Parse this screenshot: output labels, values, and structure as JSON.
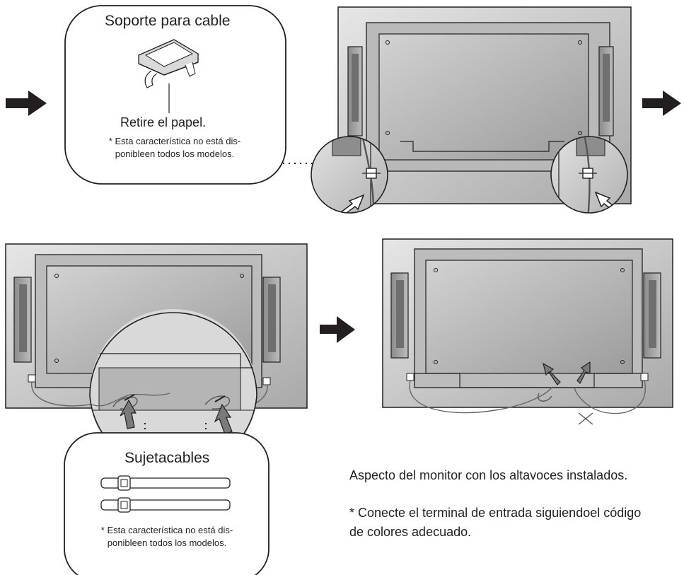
{
  "cable_holder": {
    "title": "Soporte para cable",
    "instruction": "Retire el papel.",
    "note_line1": "* Esta característica no está dis-",
    "note_line2": "ponibleen todos los modelos."
  },
  "cable_tie": {
    "title": "Sujetacables",
    "note_line1": "* Esta característica no está dis-",
    "note_line2": "ponibleen todos los modelos."
  },
  "captions": {
    "appearance": "Aspecto del monitor con los altavoces instalados.",
    "connect_line1": "* Conecte el terminal de entrada siguiendoel código",
    "connect_line2": "de colores adecuado."
  }
}
